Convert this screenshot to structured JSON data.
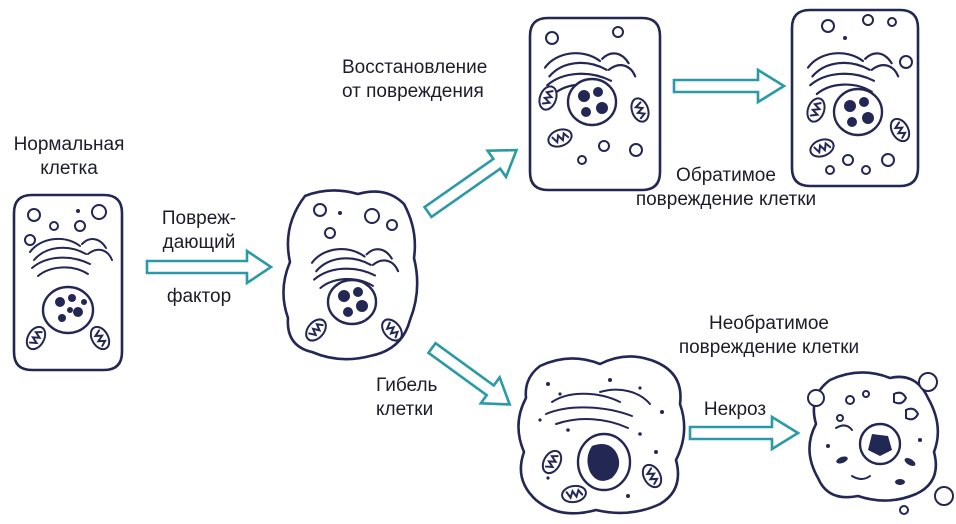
{
  "labels": {
    "normal_cell": [
      "Нормальная",
      "клетка"
    ],
    "damaging_factor": [
      "Повреж-",
      "дающий",
      "фактор"
    ],
    "recovery": [
      "Восстановление",
      "от повреждения"
    ],
    "reversible_damage": [
      "Обратимое",
      "повреждение клетки"
    ],
    "irreversible_damage": [
      "Необратимое",
      "повреждение клетки"
    ],
    "cell_death": [
      "Гибель",
      "клетки"
    ],
    "necrosis": "Некроз"
  },
  "colors": {
    "cell_outline": "#232754",
    "arrow_outline": "#2a9aa6",
    "background": "#ffffff"
  }
}
